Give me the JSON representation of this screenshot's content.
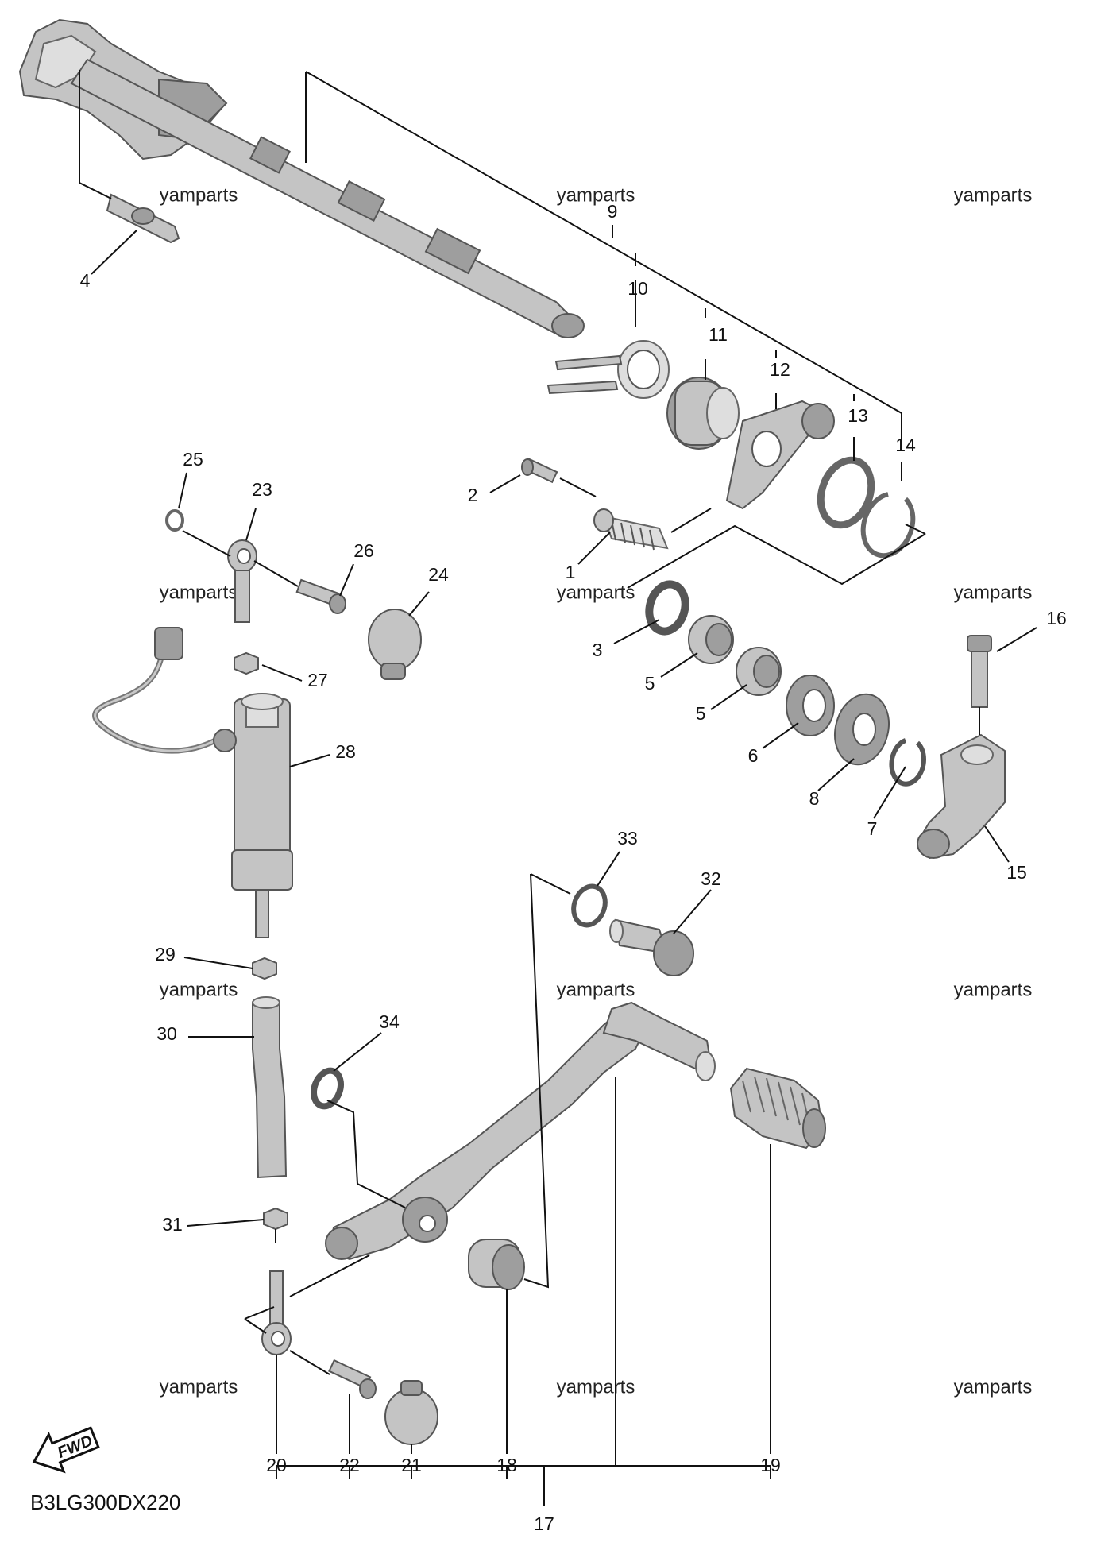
{
  "diagram_code": "B3LG300DX220",
  "direction_label": "FWD",
  "watermark": "yamparts",
  "callouts": {
    "p1": "1",
    "p2": "2",
    "p3": "3",
    "p4": "4",
    "p5a": "5",
    "p5b": "5",
    "p6": "6",
    "p7": "7",
    "p8": "8",
    "p9": "9",
    "p10": "10",
    "p11": "11",
    "p12": "12",
    "p13": "13",
    "p14": "14",
    "p15": "15",
    "p16": "16",
    "p17": "17",
    "p18": "18",
    "p19": "19",
    "p20": "20",
    "p21": "21",
    "p22": "22",
    "p23": "23",
    "p24": "24",
    "p25": "25",
    "p26": "26",
    "p27": "27",
    "p28": "28",
    "p29": "29",
    "p30": "30",
    "p31": "31",
    "p32": "32",
    "p33": "33",
    "p34": "34"
  },
  "icons": {
    "fwd_arrow": "fwd-arrow-icon"
  }
}
